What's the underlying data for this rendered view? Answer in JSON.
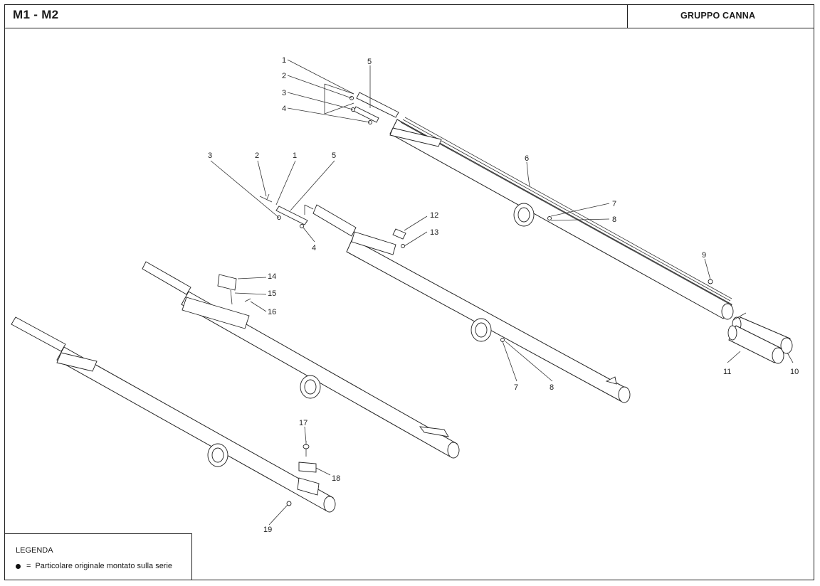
{
  "header": {
    "model": "M1 - M2",
    "group": "GRUPPO CANNA"
  },
  "legend": {
    "title": "LEGENDA",
    "symbol_eq": "=",
    "description": "Particolare originale montato sulla serie"
  },
  "callouts": {
    "a1": "1",
    "a2": "2",
    "a3": "3",
    "a4": "4",
    "a5": "5",
    "a6": "6",
    "a7": "7",
    "a8": "8",
    "a9": "9",
    "a10": "10",
    "a11": "11",
    "b1": "1",
    "b2": "2",
    "b3": "3",
    "b4": "4",
    "b5": "5",
    "b12": "12",
    "b13": "13",
    "b7": "7",
    "b8": "8",
    "c14": "14",
    "c15": "15",
    "c16": "16",
    "d17": "17",
    "d18": "18",
    "d19": "19"
  }
}
